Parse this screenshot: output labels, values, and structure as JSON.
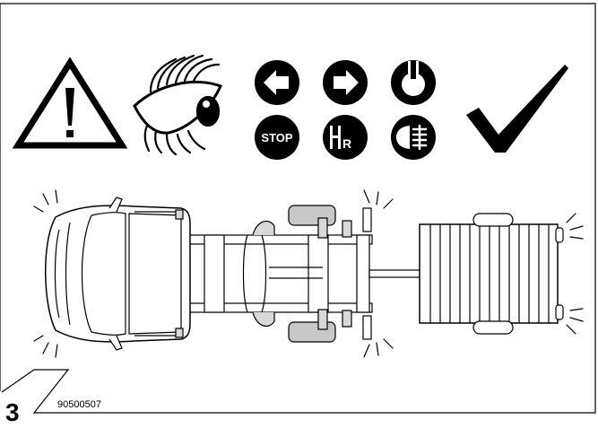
{
  "figure": {
    "number": "3",
    "reference_code": "90500507"
  },
  "icons": {
    "row1": [
      "warning-triangle-icon",
      "eye-observe-icon",
      "turn-left-indicator-icon",
      "turn-right-indicator-icon",
      "light-switch-icon"
    ],
    "row2": [
      "stop-icon",
      "reverse-gear-icon",
      "fog-light-icon"
    ],
    "confirm": "checkmark-icon",
    "stop_label": "STOP",
    "reverse_label": "R"
  },
  "colors": {
    "ink": "#000000",
    "panel_gray": "#d8d8d8",
    "wheel_gray": "#c8c8c8"
  }
}
